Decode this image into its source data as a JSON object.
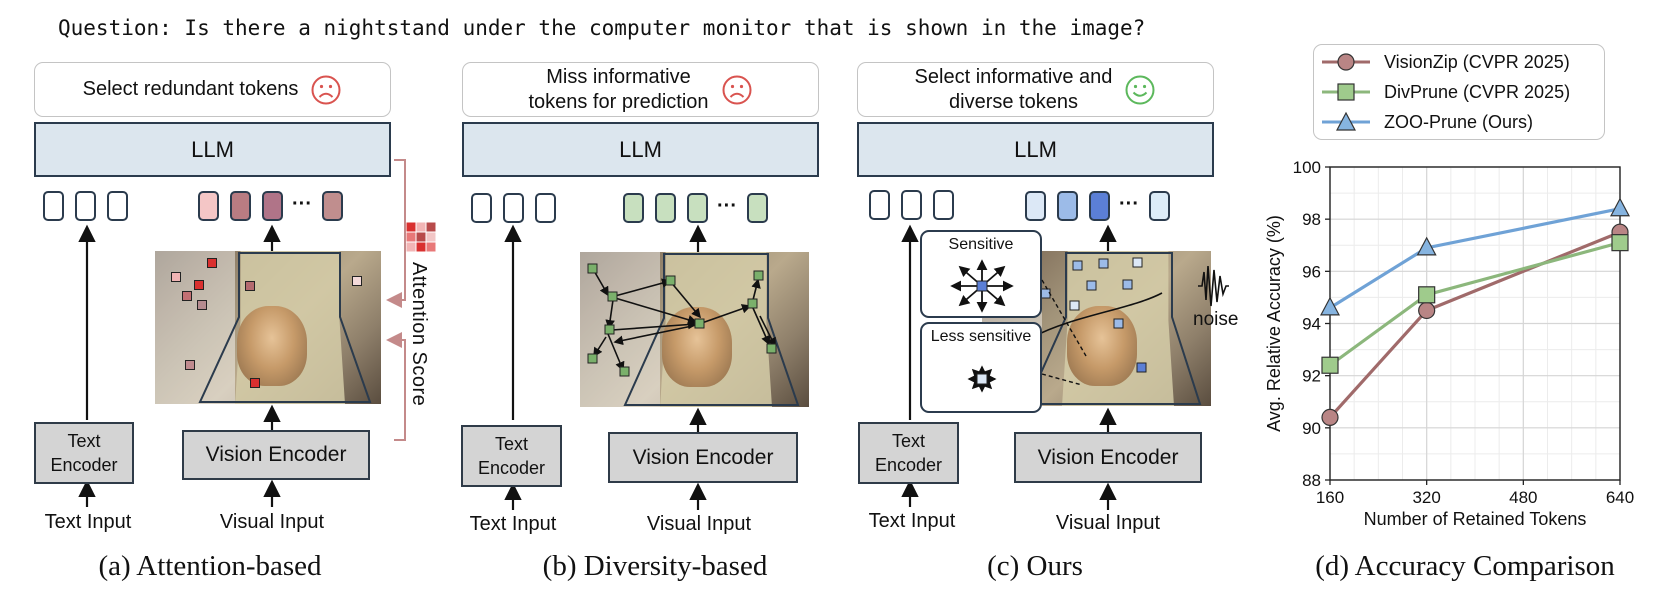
{
  "question": "Question: Is there a nightstand under the computer monitor that is shown in the image?",
  "panels": [
    {
      "callout": "Select redundant tokens",
      "face": "sad",
      "llm": "LLM",
      "text_encoder": "Text\nEncoder",
      "vision_encoder": "Vision Encoder",
      "text_input": "Text Input",
      "visual_input": "Visual Input",
      "caption": "(a) Attention-based",
      "side_label": "Attention Score"
    },
    {
      "callout": "Miss informative\ntokens for prediction",
      "face": "sad",
      "llm": "LLM",
      "text_encoder": "Text\nEncoder",
      "vision_encoder": "Vision Encoder",
      "text_input": "Text Input",
      "visual_input": "Visual Input",
      "caption": "(b) Diversity-based"
    },
    {
      "callout": "Select informative and\ndiverse tokens",
      "face": "happy",
      "llm": "LLM",
      "text_encoder": "Text\nEncoder",
      "vision_encoder": "Vision Encoder",
      "text_input": "Text Input",
      "visual_input": "Visual Input",
      "caption": "(c) Ours",
      "sensitive_label": "Sensitive",
      "less_sensitive_label": "Less sensitive",
      "noise_label": "noise"
    }
  ],
  "dots": "···",
  "colors": {
    "sad": "#d9534f",
    "happy": "#5cb85c",
    "llm_fill": "#dce6ee",
    "encoder_fill": "#d4d4d4",
    "attn_arrow": "#c48a8a",
    "attn_tokens": [
      "#f4c6c6",
      "#b97c82",
      "#b07488",
      "#c08e8e"
    ],
    "div_tokens": "#c8e0bf",
    "ours_tokens": [
      "#dce8f6",
      "#9cbbe8",
      "#5b7fd6",
      "#dcecf8"
    ]
  },
  "chart_data": {
    "type": "line",
    "caption": "(d) Accuracy Comparison",
    "xlabel": "Number of Retained Tokens",
    "ylabel": "Avg. Relative Accuracy (%)",
    "xlim": [
      160,
      640
    ],
    "ylim": [
      88,
      100
    ],
    "xticks": [
      160,
      320,
      480,
      640
    ],
    "yticks": [
      88,
      90,
      92,
      94,
      96,
      98,
      100
    ],
    "grid": true,
    "legend_position": "top",
    "series": [
      {
        "name": "VisionZip (CVPR 2025)",
        "marker": "circle",
        "color": "#a06a6a",
        "marker_fill": "#b98585",
        "x": [
          160,
          320,
          640
        ],
        "y": [
          90.4,
          94.5,
          97.5
        ]
      },
      {
        "name": "DivPrune (CVPR 2025)",
        "marker": "square",
        "color": "#8cb77c",
        "marker_fill": "#9fcb8c",
        "x": [
          160,
          320,
          640
        ],
        "y": [
          92.4,
          95.1,
          97.1
        ]
      },
      {
        "name": "ZOO-Prune (Ours)",
        "marker": "triangle",
        "color": "#6fa2d6",
        "marker_fill": "#86b4e0",
        "x": [
          160,
          320,
          640
        ],
        "y": [
          94.6,
          96.9,
          98.4
        ]
      }
    ]
  }
}
